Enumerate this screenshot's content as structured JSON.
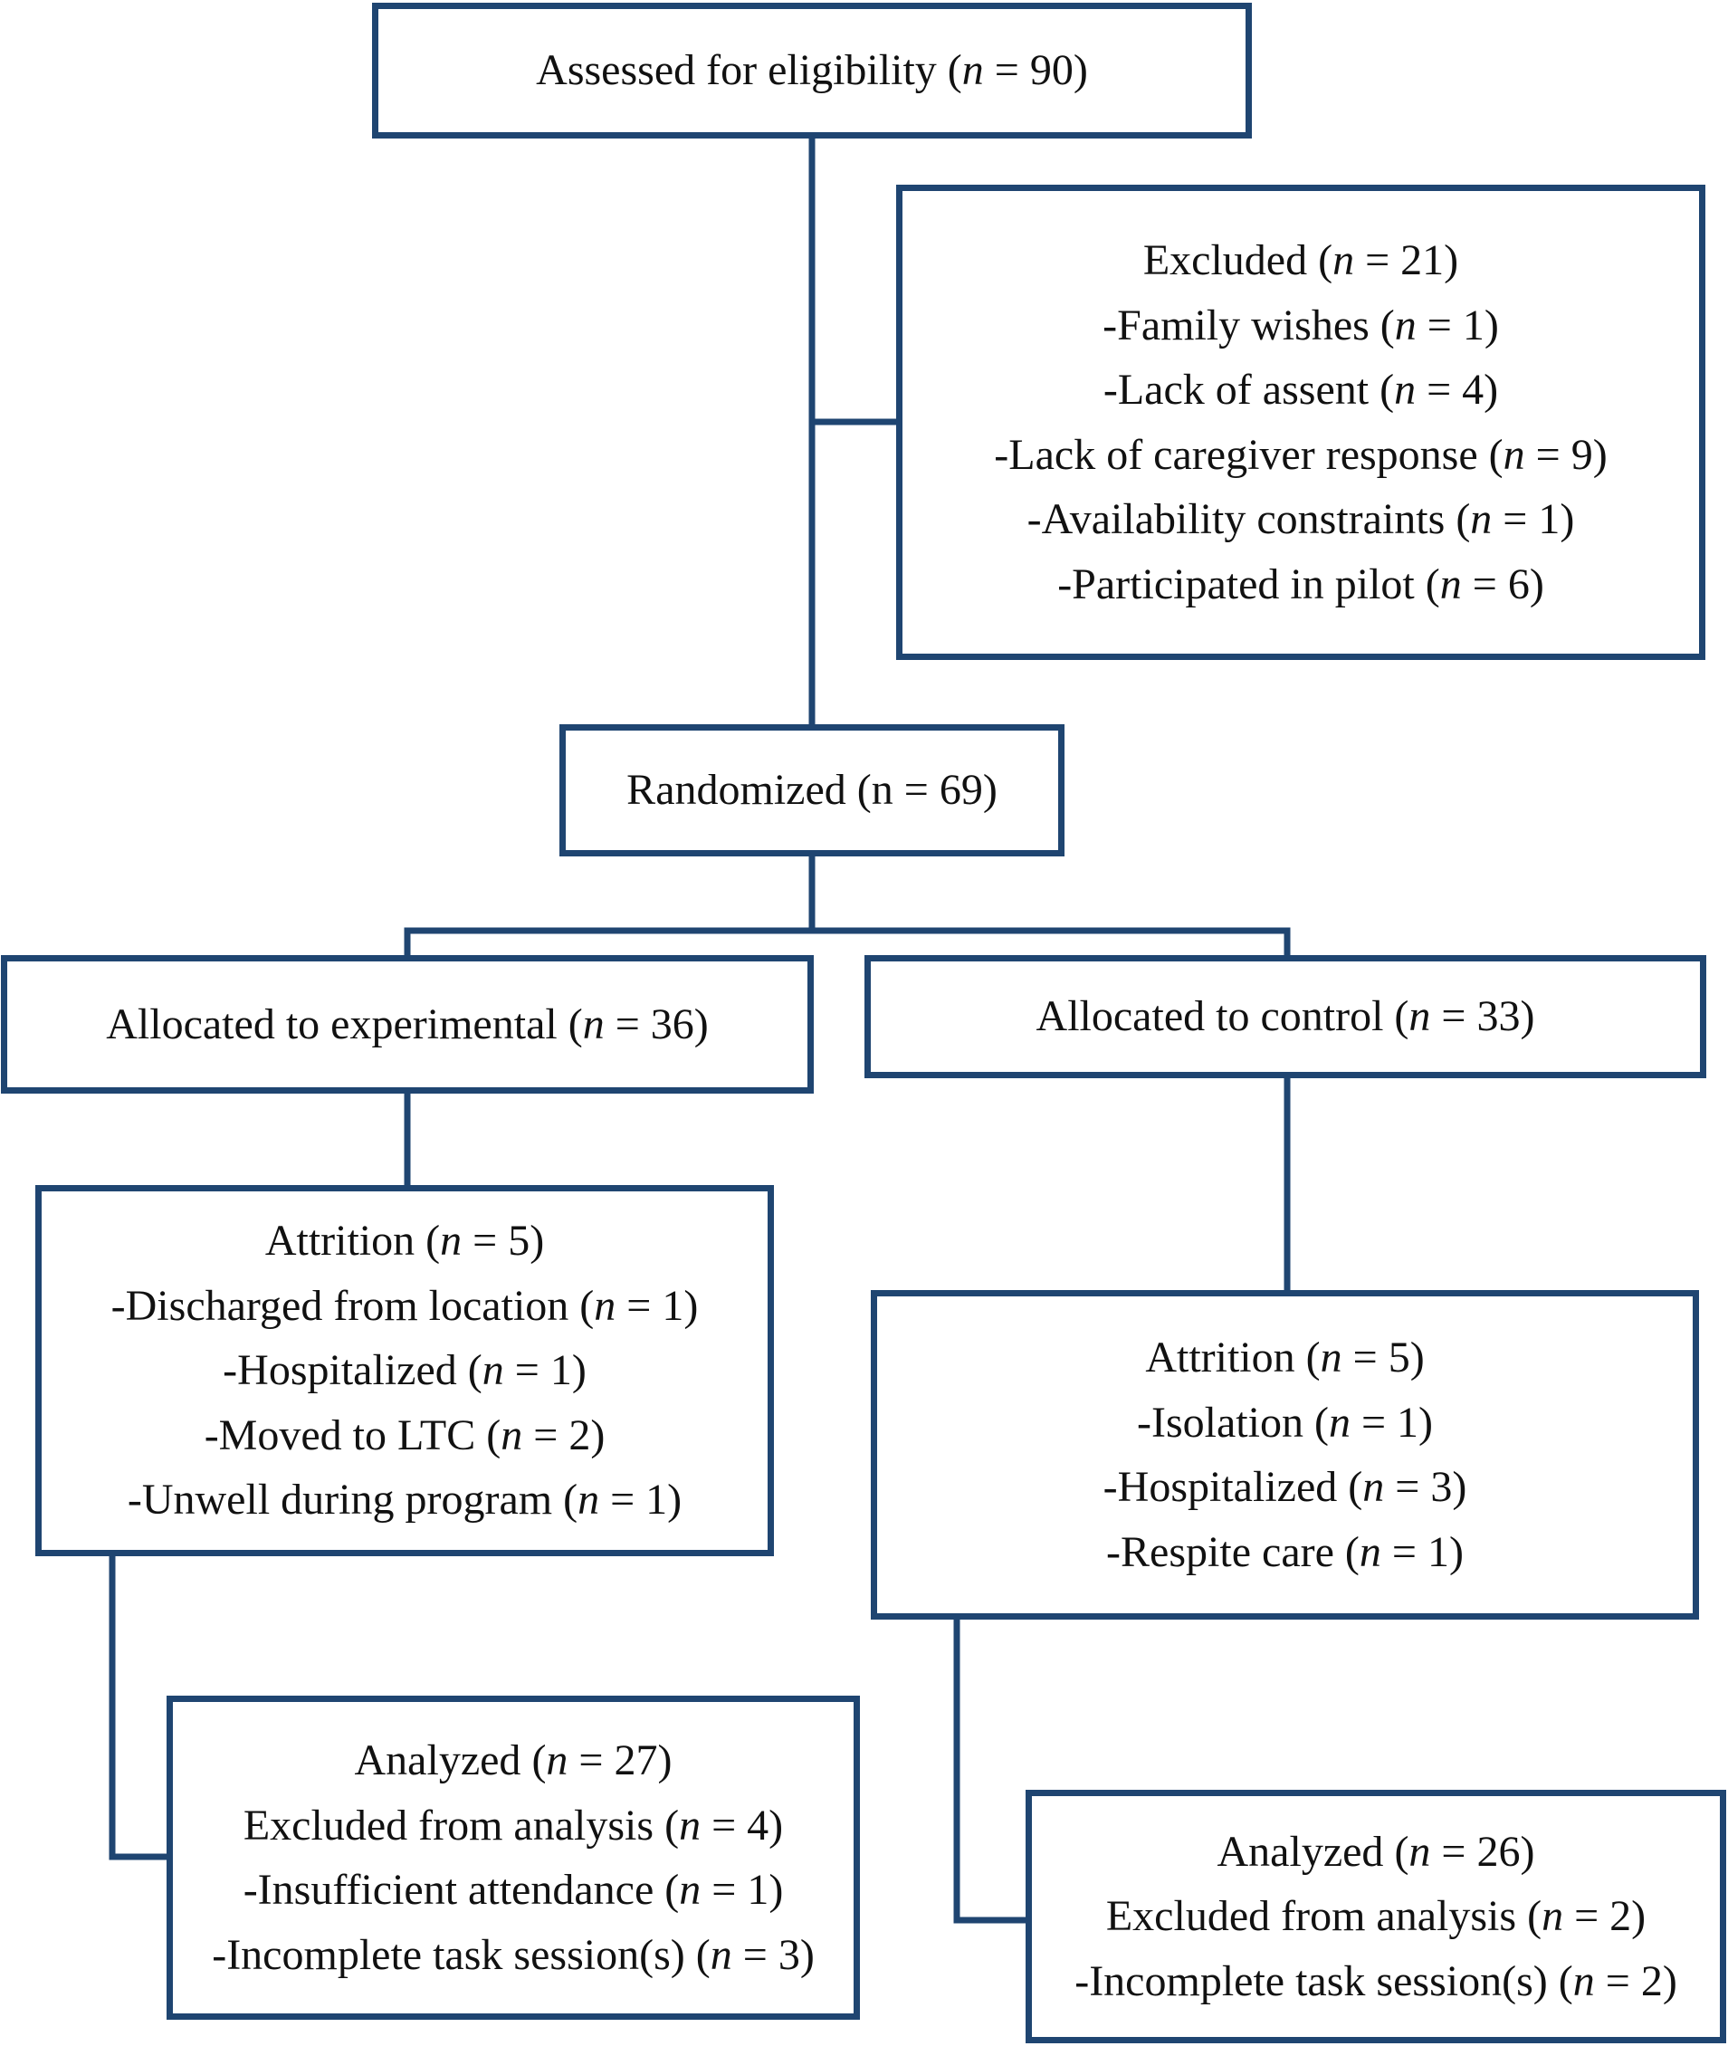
{
  "boxes": {
    "assessed": {
      "label": "Assessed for eligibility",
      "n_sym": "n",
      "n_val": "90"
    },
    "excluded": {
      "label": "Excluded",
      "n_sym": "n",
      "n_val": "21",
      "items": [
        {
          "label": "-Family wishes",
          "n_sym": "n",
          "n_val": "1"
        },
        {
          "label": "-Lack of assent",
          "n_sym": "n",
          "n_val": "4"
        },
        {
          "label": "-Lack of caregiver response",
          "n_sym": "n",
          "n_val": "9"
        },
        {
          "label": "-Availability constraints",
          "n_sym": "n",
          "n_val": "1"
        },
        {
          "label": "-Participated in pilot",
          "n_sym": "n",
          "n_val": "6"
        }
      ]
    },
    "randomized": {
      "label": "Randomized",
      "n_sym": "n",
      "n_val": "69"
    },
    "alloc_exp": {
      "label": "Allocated to experimental",
      "n_sym": "n",
      "n_val": "36"
    },
    "alloc_ctrl": {
      "label": "Allocated to control",
      "n_sym": "n",
      "n_val": "33"
    },
    "attr_exp": {
      "label": "Attrition",
      "n_sym": "n",
      "n_val": "5",
      "items": [
        {
          "label": "-Discharged from location",
          "n_sym": "n",
          "n_val": "1"
        },
        {
          "label": "-Hospitalized",
          "n_sym": "n",
          "n_val": "1"
        },
        {
          "label": "-Moved to LTC",
          "n_sym": "n",
          "n_val": "2"
        },
        {
          "label": "-Unwell during program",
          "n_sym": "n",
          "n_val": "1"
        }
      ]
    },
    "attr_ctrl": {
      "label": "Attrition",
      "n_sym": "n",
      "n_val": "5",
      "items": [
        {
          "label": "-Isolation",
          "n_sym": "n",
          "n_val": "1"
        },
        {
          "label": "-Hospitalized",
          "n_sym": "n",
          "n_val": "3"
        },
        {
          "label": "-Respite care",
          "n_sym": "n",
          "n_val": "1"
        }
      ]
    },
    "analyzed_exp": {
      "label": "Analyzed",
      "n_sym": "n",
      "n_val": "27",
      "items": [
        {
          "label": "Excluded from analysis",
          "n_sym": "n",
          "n_val": "4"
        },
        {
          "label": "-Insufficient attendance",
          "n_sym": "n",
          "n_val": "1"
        },
        {
          "label": "-Incomplete task session(s)",
          "n_sym": "n",
          "n_val": "3"
        }
      ]
    },
    "analyzed_ctrl": {
      "label": "Analyzed",
      "n_sym": "n",
      "n_val": "26",
      "items": [
        {
          "label": "Excluded from analysis",
          "n_sym": "n",
          "n_val": "2"
        },
        {
          "label": "-Incomplete task session(s)",
          "n_sym": "n",
          "n_val": "2"
        }
      ]
    }
  }
}
